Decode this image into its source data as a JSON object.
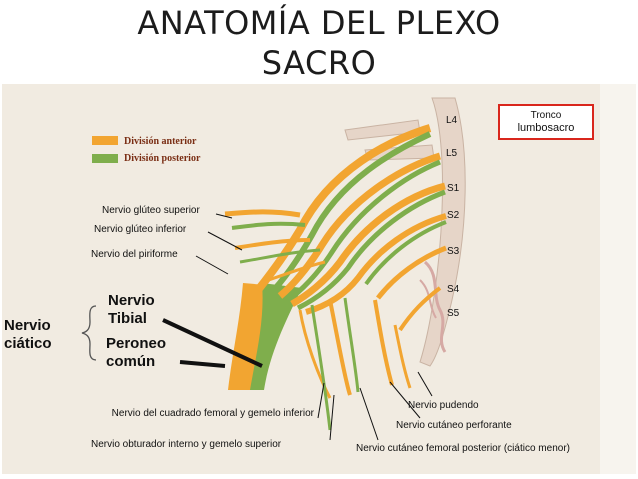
{
  "title": {
    "line1": "ANATOMÍA DEL PLEXO",
    "line2": "SACRO"
  },
  "legend": [
    {
      "label": "División anterior",
      "color": "#f2a531"
    },
    {
      "label": "División posterior",
      "color": "#7fae4c"
    }
  ],
  "roots": [
    "L4",
    "L5",
    "S1",
    "S2",
    "S3",
    "S4",
    "S5"
  ],
  "callout": {
    "line1": "Tronco",
    "line2": "lumbosacro",
    "border_color": "#d9261c"
  },
  "labels": {
    "gluteo_superior": "Nervio glúteo superior",
    "gluteo_inferior": "Nervio glúteo inferior",
    "piriforme": "Nervio del piriforme",
    "ciatico": "Nervio ciático",
    "tibial": "Nervio Tibial",
    "peroneo": "Peroneo común",
    "cuadrado": "Nervio del cuadrado femoral y gemelo inferior",
    "obturador": "Nervio obturador interno y gemelo superior",
    "pudendo": "Nervio pudendo",
    "perforante": "Nervio cutáneo perforante",
    "femoral_post": "Nervio cutáneo femoral posterior (ciático menor)"
  },
  "colors": {
    "anterior": "#f2a531",
    "posterior": "#7fae4c",
    "background": "#f1ebe1",
    "bone": "#e6d5c8",
    "vessel": "#d6a9a4"
  }
}
